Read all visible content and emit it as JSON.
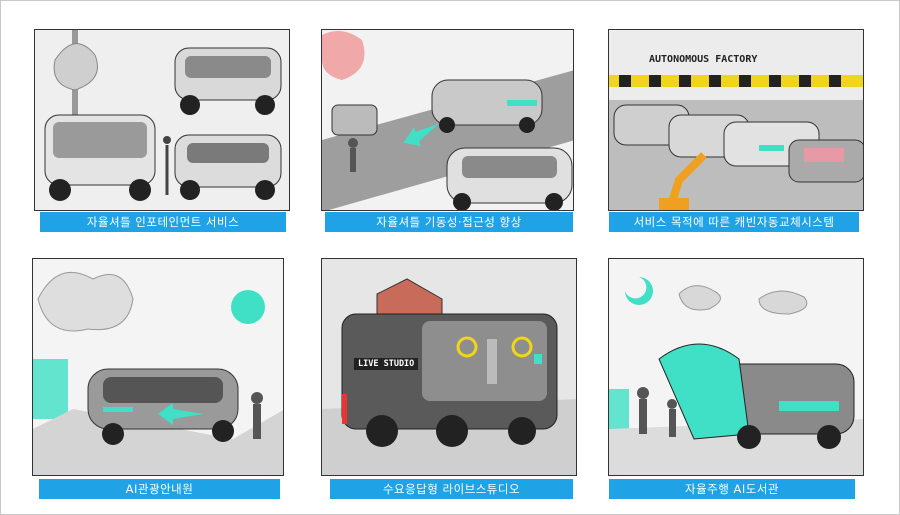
{
  "panels": [
    {
      "caption": "자율셔틀 인포테인먼트 서비스"
    },
    {
      "caption": "자율셔틀 기동성·접근성 향상"
    },
    {
      "caption": "서비스 목적에 따른 캐빈자동교체시스템",
      "sign": "AUTONOMOUS FACTORY"
    },
    {
      "caption": "AI관광안내원"
    },
    {
      "caption": "수요응답형 라이브스튜디오",
      "sign": "LIVE STUDIO"
    },
    {
      "caption": "자율주행 AI도서관"
    }
  ],
  "colors": {
    "caption_bg": "#1fa3e6",
    "accent": "#3fe0c5",
    "warning_yellow": "#f1d51a",
    "robot_orange": "#f0a020",
    "blossom_pink": "#f0a8a8"
  }
}
